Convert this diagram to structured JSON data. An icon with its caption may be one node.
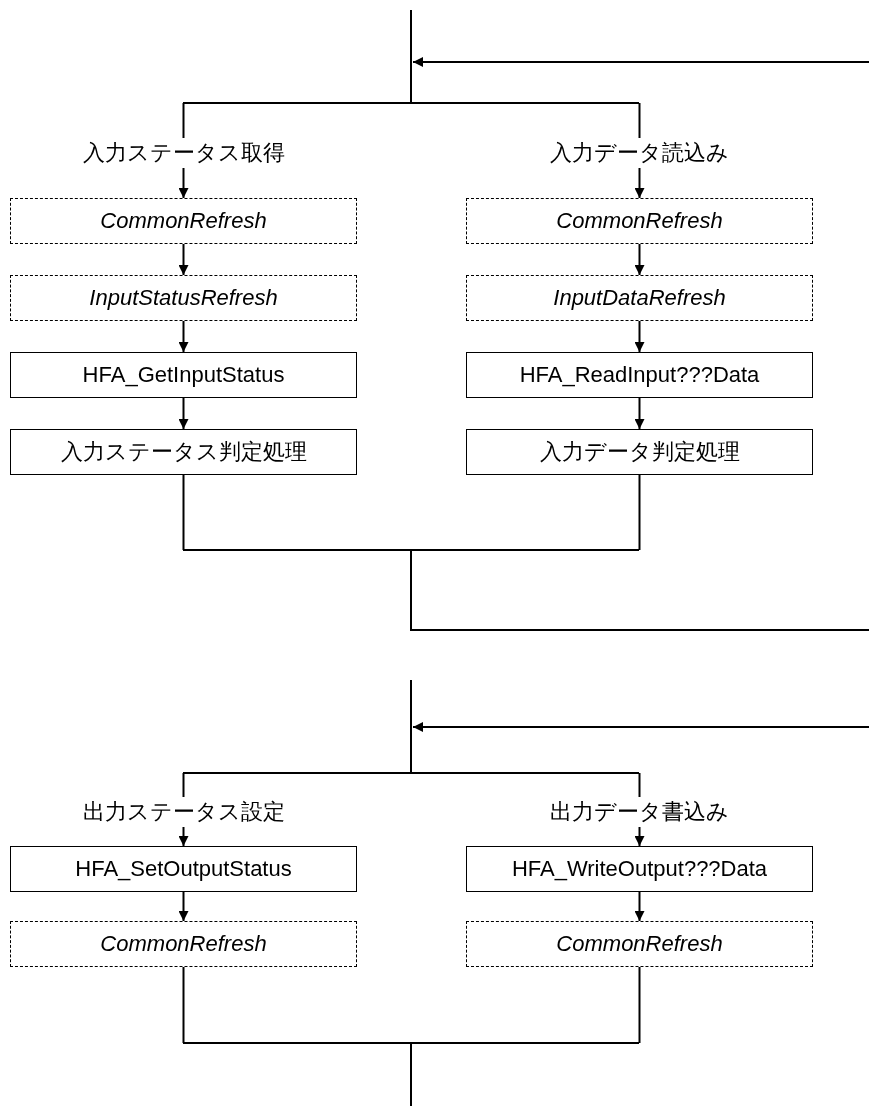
{
  "diagram": {
    "nodes": [
      {
        "text": [
          "CommonRefresh"
        ]
      },
      {
        "text": [
          "CommonRefresh"
        ]
      },
      {
        "text": [
          "InputStatusRefresh"
        ]
      },
      {
        "text": [
          "InputDataRefresh"
        ]
      },
      {
        "text": [
          "HFA_GetInputStatus"
        ]
      },
      {
        "text": [
          "HFA_ReadInput???Data"
        ]
      },
      {
        "text": [
          "入力ステータス判定処理"
        ]
      },
      {
        "text": [
          "入力データ判定処理"
        ]
      },
      {
        "text": [
          "HFA_SetOutputStatus"
        ]
      },
      {
        "text": [
          "HFA_WriteOutput???Data"
        ]
      },
      {
        "text": [
          "CommonRefresh"
        ]
      },
      {
        "text": [
          "CommonRefresh"
        ]
      }
    ],
    "edges": [
      {
        "from": null,
        "to": 0,
        "arrow": "to",
        "label": "入力ステータス取得"
      },
      {
        "from": null,
        "to": 1,
        "arrow": "to",
        "label": "入力データ読込み"
      },
      {
        "from": 0,
        "to": 2,
        "arrow": "to"
      },
      {
        "from": 2,
        "to": 4,
        "arrow": "to"
      },
      {
        "from": 4,
        "to": 6,
        "arrow": "to"
      },
      {
        "from": 1,
        "to": 3,
        "arrow": "to"
      },
      {
        "from": 3,
        "to": 5,
        "arrow": "to"
      },
      {
        "from": 5,
        "to": 7,
        "arrow": "to"
      },
      {
        "from": 6,
        "to": null,
        "arrow": "none"
      },
      {
        "from": 7,
        "to": null,
        "arrow": "none"
      },
      {
        "from": null,
        "to": 8,
        "arrow": "to",
        "label": "出力ステータス設定"
      },
      {
        "from": null,
        "to": 9,
        "arrow": "to",
        "label": "出力データ書込み"
      },
      {
        "from": 8,
        "to": 10,
        "arrow": "to"
      },
      {
        "from": 9,
        "to": 11,
        "arrow": "to"
      },
      {
        "from": 10,
        "to": null,
        "arrow": "none"
      },
      {
        "from": 11,
        "to": null,
        "arrow": "none"
      }
    ]
  }
}
